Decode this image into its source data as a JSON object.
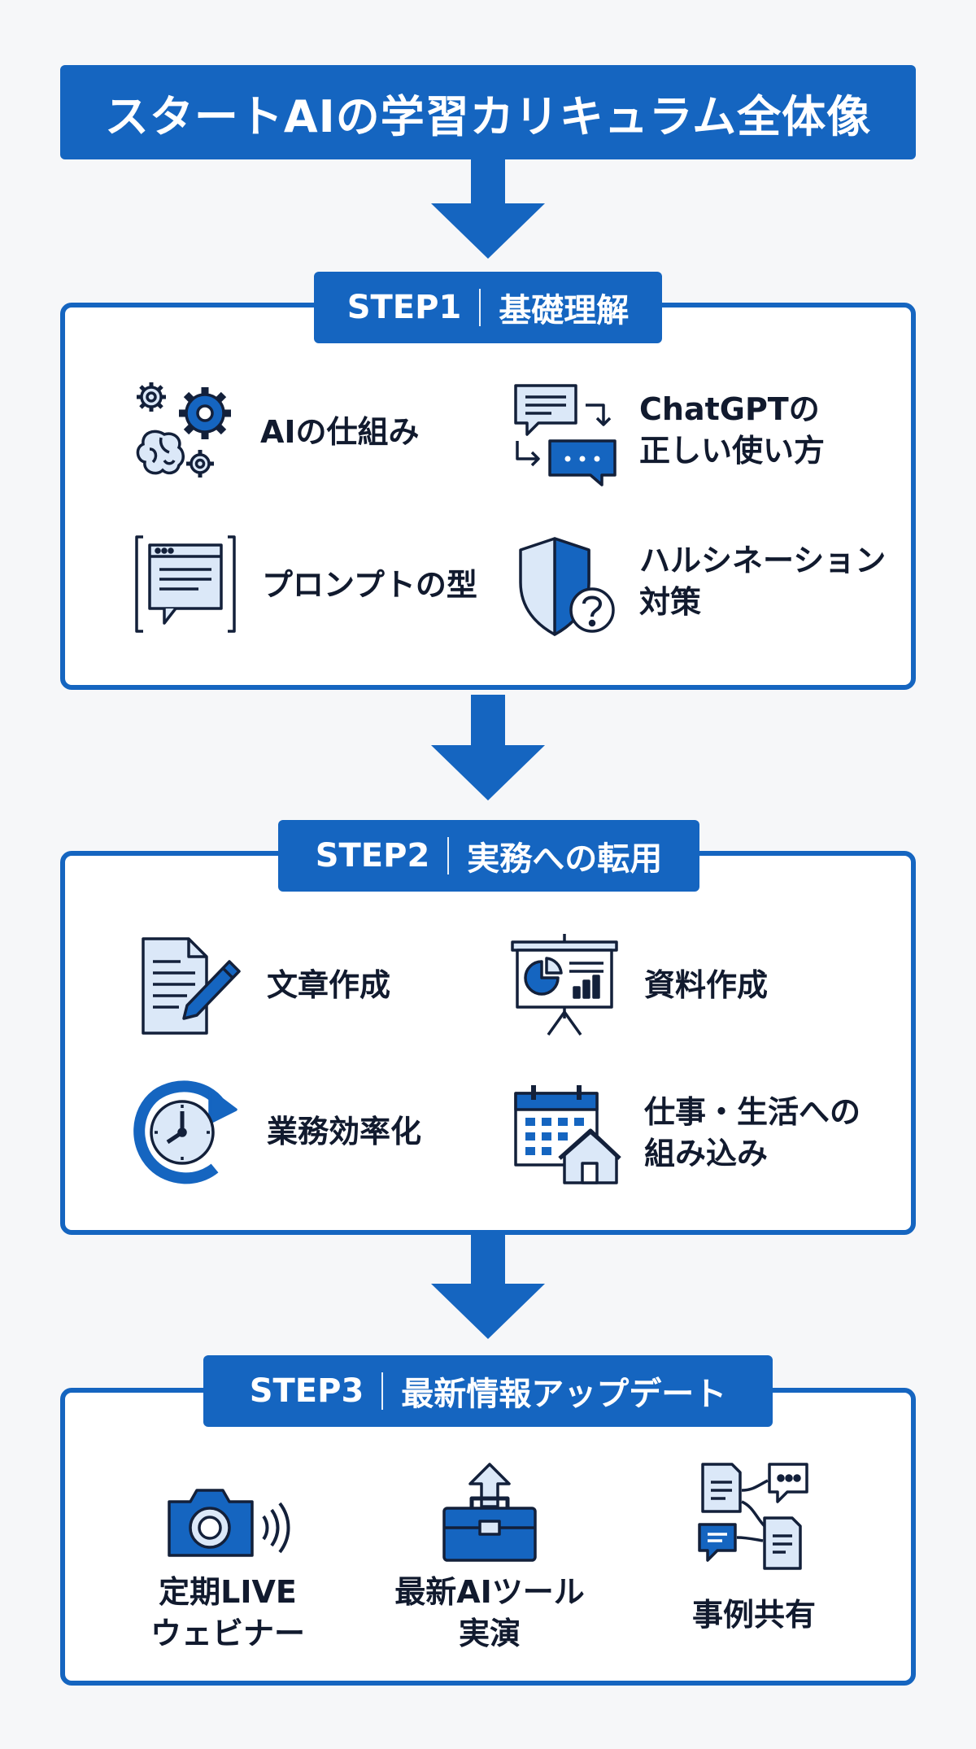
{
  "title": "スタートAIの学習カリキュラム全体像",
  "colors": {
    "primary": "#1565c0",
    "icon_fill": "#dbe8f8",
    "background": "#f6f7f9"
  },
  "steps": [
    {
      "step": "STEP1",
      "heading": "基礎理解",
      "items": [
        {
          "icon": "brain-gears-icon",
          "label": "AIの仕組み"
        },
        {
          "icon": "chat-exchange-icon",
          "label": "ChatGPTの\n正しい使い方"
        },
        {
          "icon": "prompt-window-icon",
          "label": "プロンプトの型"
        },
        {
          "icon": "shield-question-icon",
          "label": "ハルシネーション\n対策"
        }
      ]
    },
    {
      "step": "STEP2",
      "heading": "実務への転用",
      "items": [
        {
          "icon": "document-pen-icon",
          "label": "文章作成"
        },
        {
          "icon": "presentation-board-icon",
          "label": "資料作成"
        },
        {
          "icon": "clock-refresh-icon",
          "label": "業務効率化"
        },
        {
          "icon": "calendar-home-icon",
          "label": "仕事・生活への\n組み込み"
        }
      ]
    },
    {
      "step": "STEP3",
      "heading": "最新情報アップデート",
      "items": [
        {
          "icon": "camera-live-icon",
          "label": "定期LIVE\nウェビナー"
        },
        {
          "icon": "toolbox-upload-icon",
          "label": "最新AIツール\n実演"
        },
        {
          "icon": "shared-documents-icon",
          "label": "事例共有"
        }
      ]
    }
  ]
}
